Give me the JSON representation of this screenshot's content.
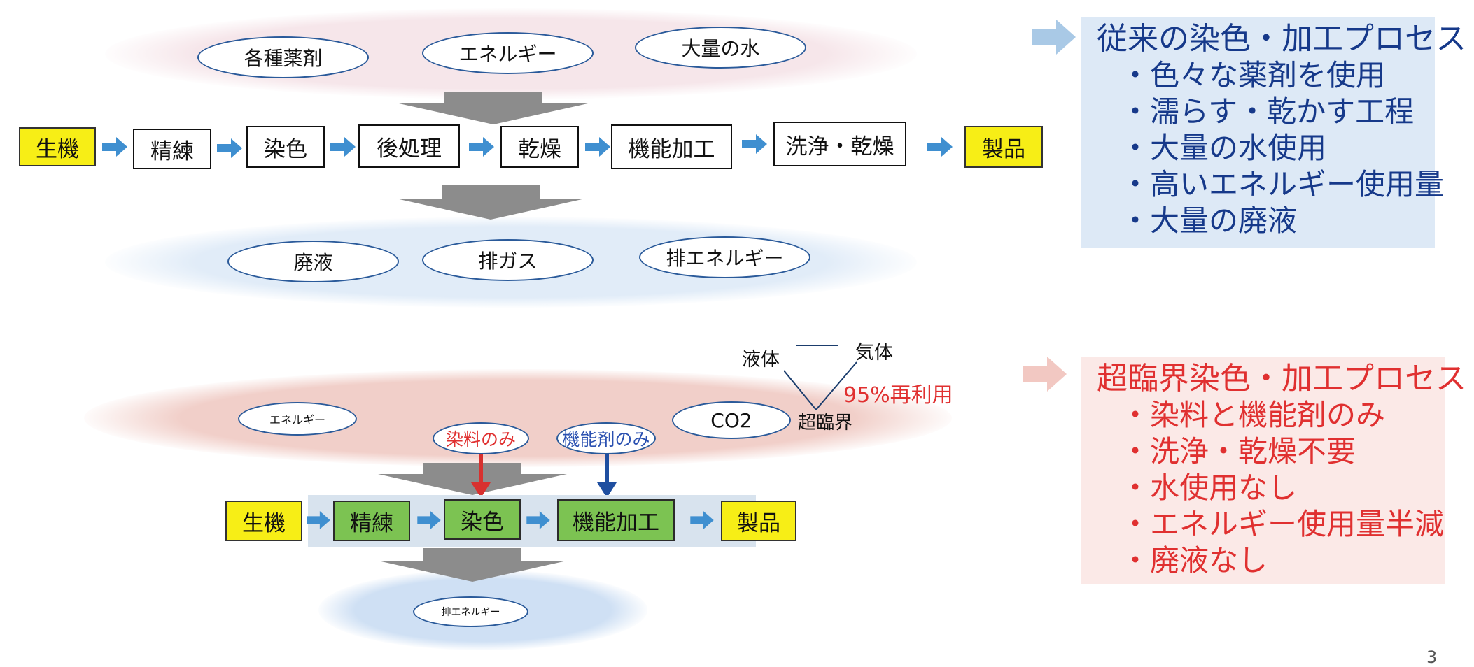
{
  "conventional": {
    "inputs": [
      "各種薬剤",
      "エネルギー",
      "大量の水"
    ],
    "steps": [
      "生機",
      "精練",
      "染色",
      "後処理",
      "乾燥",
      "機能加工",
      "洗浄・乾燥",
      "製品"
    ],
    "outputs": [
      "廃液",
      "排ガス",
      "排エネルギー"
    ],
    "notes_title": "従来の染色・加工プロセス",
    "notes": [
      "・色々な薬剤を使用",
      "・濡らす・乾かす工程",
      "・大量の水使用",
      "・高いエネルギー使用量",
      "・大量の廃液"
    ]
  },
  "supercritical": {
    "phase": {
      "liquid": "液体",
      "gas": "気体",
      "supercritical": "超臨界",
      "reuse": "95%再利用"
    },
    "inputs": {
      "energy": "エネルギー",
      "co2": "CO2",
      "dye_only": "染料のみ",
      "agent_only": "機能剤のみ"
    },
    "steps": [
      "生機",
      "精練",
      "染色",
      "機能加工",
      "製品"
    ],
    "outputs": [
      "排エネルギー"
    ],
    "notes_title": "超臨界染色・加工プロセス",
    "notes": [
      "・染料と機能剤のみ",
      "・洗浄・乾燥不要",
      "・水使用なし",
      "・エネルギー使用量半減",
      "・廃液なし"
    ]
  },
  "page_number": "3",
  "colors": {
    "blue_text": "#16398a",
    "red_text": "#e03030",
    "yellow": "#f7ee16",
    "green": "#7cc352",
    "arrow_blue": "#3f8fd0"
  }
}
